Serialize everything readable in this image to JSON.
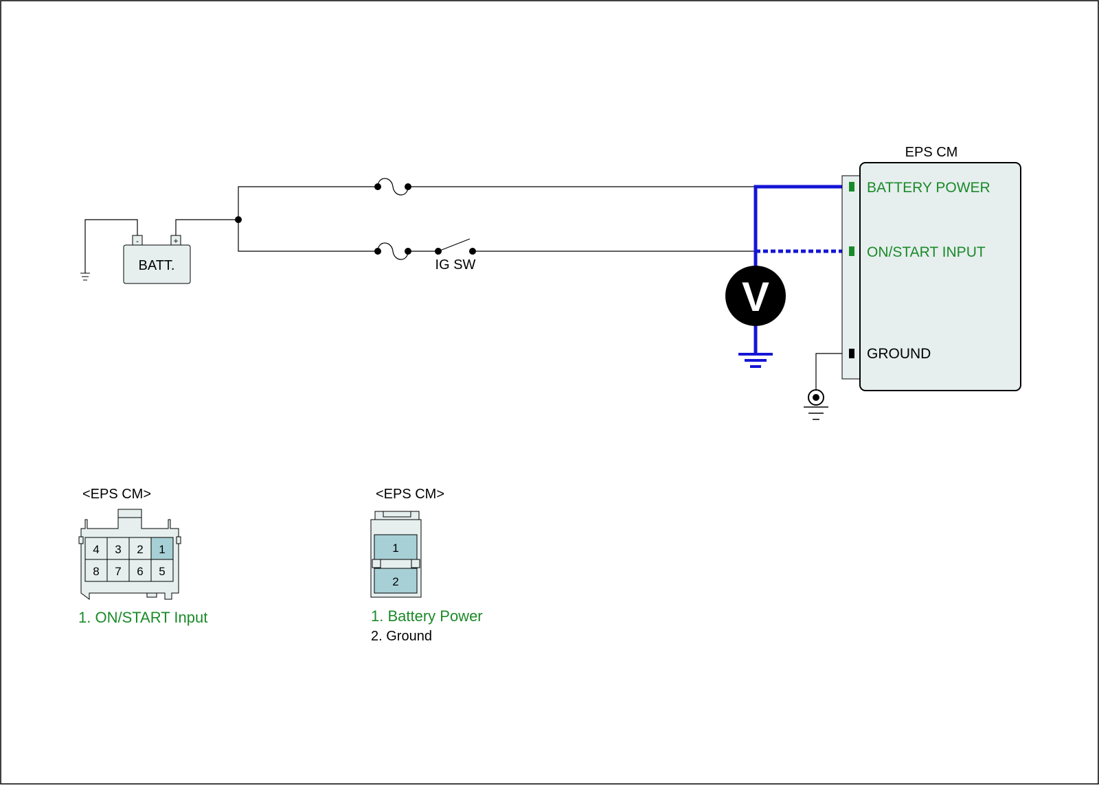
{
  "colors": {
    "wire": "#000000",
    "meter_wire": "#1515d6",
    "signal_text": "#1a8a28",
    "module_fill": "#e6eeee",
    "pin_fill": "#a7d0d6",
    "connector_fill": "#e6eeee"
  },
  "battery": {
    "label": "BATT.",
    "neg_symbol": "-",
    "pos_symbol": "+"
  },
  "switch": {
    "label": "IG SW"
  },
  "meter": {
    "label": "V"
  },
  "module": {
    "title": "EPS CM",
    "terminals": [
      {
        "label": "BATTERY POWER",
        "color": "#1a8a28",
        "pin_color": "#1a8a28"
      },
      {
        "label": "ON/START INPUT",
        "color": "#1a8a28",
        "pin_color": "#1a8a28"
      },
      {
        "label": "GROUND",
        "color": "#000000",
        "pin_color": "#000000"
      }
    ]
  },
  "connectors": [
    {
      "title": "<EPS CM>",
      "pins": [
        "4",
        "3",
        "2",
        "1",
        "8",
        "7",
        "6",
        "5"
      ],
      "highlighted_pin": "1",
      "legend": [
        {
          "text": "1. ON/START Input",
          "color": "#1a8a28"
        }
      ]
    },
    {
      "title": "<EPS CM>",
      "pins": [
        "1",
        "2"
      ],
      "highlighted_pin": "1",
      "legend": [
        {
          "text": "1. Battery Power",
          "color": "#1a8a28"
        },
        {
          "text": "2. Ground",
          "color": "#000000"
        }
      ]
    }
  ]
}
